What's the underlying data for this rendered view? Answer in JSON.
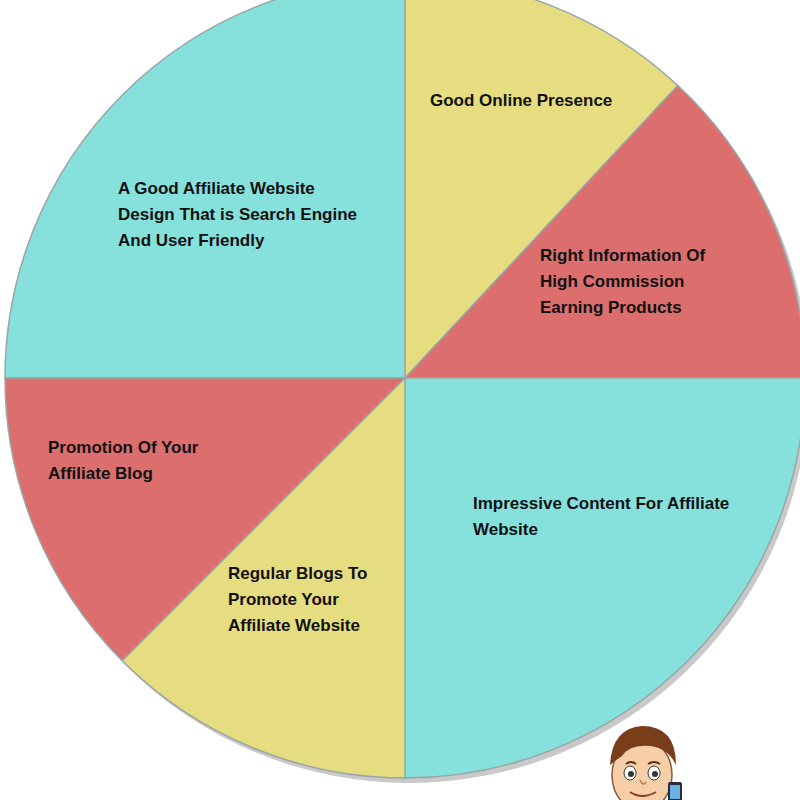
{
  "diagram": {
    "nodes": [
      {
        "text": [
          "Good Online Presence"
        ]
      },
      {
        "text": [
          "A Good Affiliate Website Design That is Search Engine And User Friendly"
        ]
      },
      {
        "text": [
          "Right Information Of High Commission Earning Products"
        ]
      },
      {
        "text": [
          "Promotion Of Your Affiliate Blog"
        ]
      },
      {
        "text": [
          "Impressive Content For Affiliate Website"
        ]
      },
      {
        "text": [
          "Regular Blogs To Promote Your Affiliate Website"
        ]
      }
    ]
  }
}
